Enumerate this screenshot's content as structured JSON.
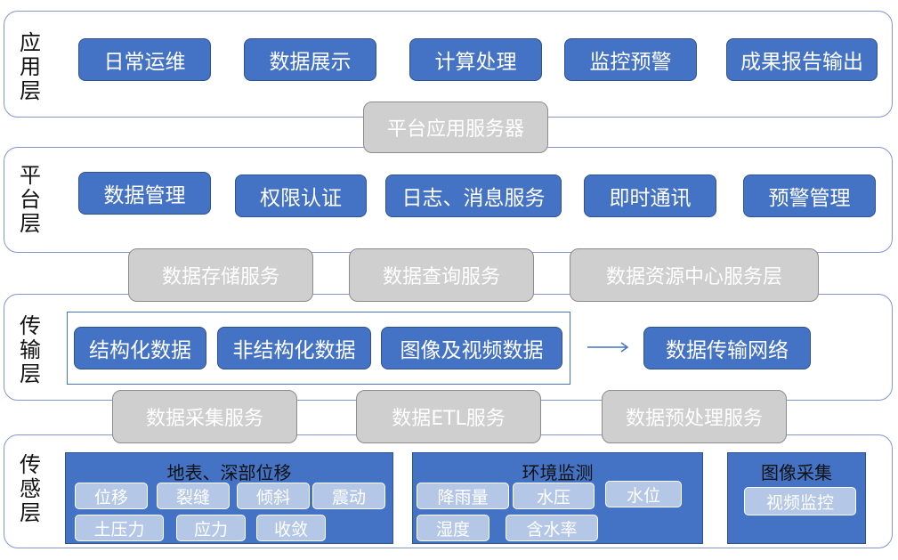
{
  "layers": {
    "application": {
      "label": [
        "应",
        "用",
        "层"
      ],
      "boxes": [
        "日常运维",
        "数据展示",
        "计算处理",
        "监控预警",
        "成果报告输出"
      ]
    },
    "platform": {
      "label": [
        "平",
        "台",
        "层"
      ],
      "boxes": [
        "数据管理",
        "权限认证",
        "日志、消息服务",
        "即时通讯",
        "预警管理"
      ]
    },
    "transport": {
      "label": [
        "传",
        "输",
        "层"
      ],
      "boxes": [
        "结构化数据",
        "非结构化数据",
        "图像及视频数据"
      ],
      "network": "数据传输网络"
    },
    "sensing": {
      "label": [
        "传",
        "感",
        "层"
      ],
      "panels": [
        {
          "title": "地表、深部位移",
          "chips": [
            "位移",
            "裂缝",
            "倾斜",
            "震动",
            "土压力",
            "应力",
            "收敛"
          ]
        },
        {
          "title": "环境监测",
          "chips": [
            "降雨量",
            "水压",
            "水位",
            "湿度",
            "含水率"
          ]
        },
        {
          "title": "图像采集",
          "chips": [
            "视频监控"
          ]
        }
      ]
    }
  },
  "services": {
    "app_server": "平台应用服务器",
    "storage": "数据存储服务",
    "query": "数据查询服务",
    "resource_center": "数据资源中心服务层",
    "collection": "数据采集服务",
    "etl": "数据ETL服务",
    "preprocess": "数据预处理服务"
  },
  "colors": {
    "primary_blue": "#4472c4",
    "chip_blue": "#b4c7e7",
    "service_grey": "#cfcfcf",
    "layer_border": "#8496c8"
  }
}
